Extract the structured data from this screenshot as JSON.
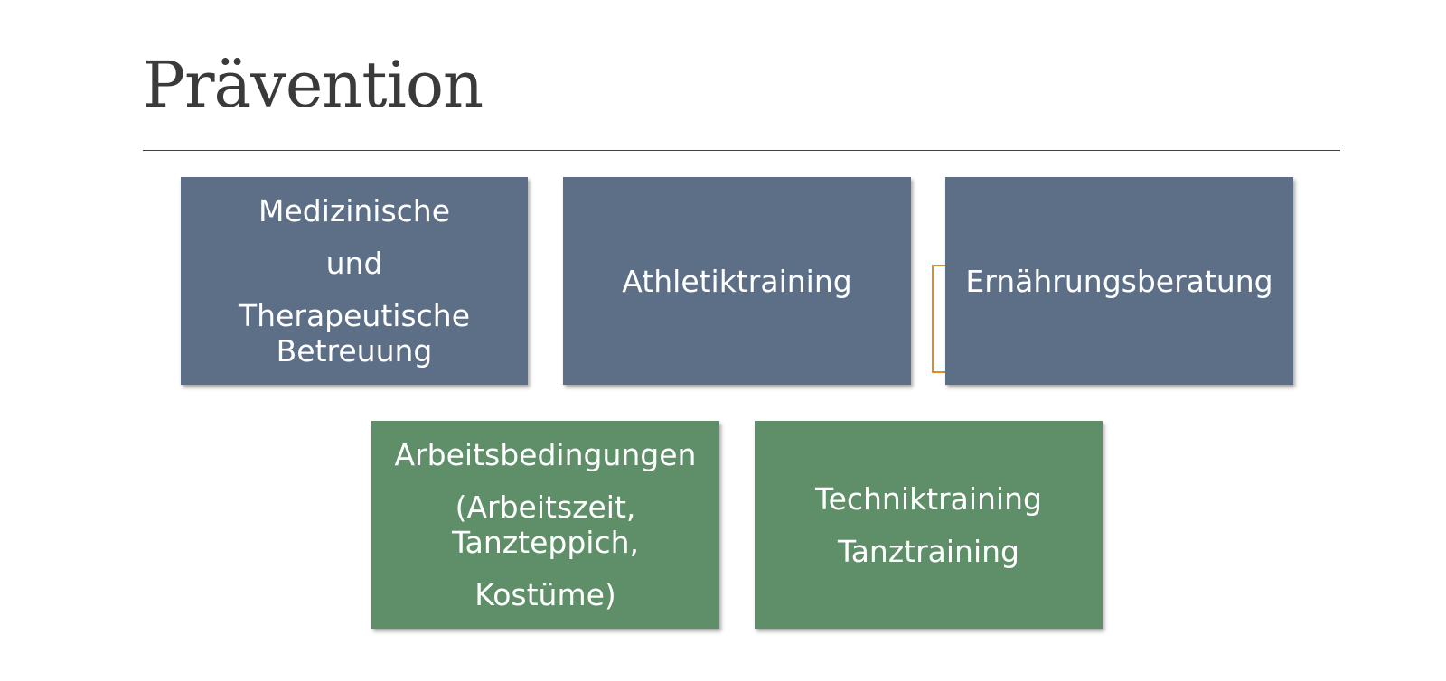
{
  "title": "Prävention",
  "colors": {
    "top_row_box": "#5d6e87",
    "bottom_row_box": "#5e8f69",
    "connector": "#e08a2c",
    "title_text": "#3a3a3a",
    "box_text": "#ffffff"
  },
  "boxes": [
    {
      "id": "medizinisch",
      "lines": [
        "Medizinische",
        "und",
        "Therapeutische",
        "Betreuung"
      ]
    },
    {
      "id": "athletik",
      "lines": [
        "Athletiktraining"
      ]
    },
    {
      "id": "ernaehrung",
      "lines": [
        "Ernährungsberatung"
      ]
    },
    {
      "id": "arbeit",
      "lines": [
        "Arbeitsbedingungen",
        "(Arbeitszeit,",
        "Tanzteppich,",
        "Kostüme)"
      ]
    },
    {
      "id": "technik",
      "lines": [
        "Techniktraining",
        "Tanztraining"
      ]
    }
  ]
}
